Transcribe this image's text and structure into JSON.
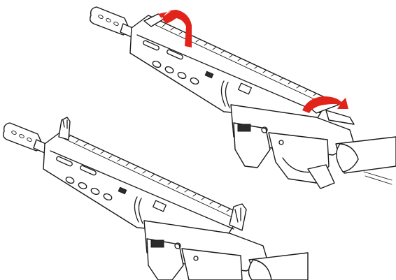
{
  "figure": {
    "panels": [
      {
        "id": "top",
        "sights": "folded",
        "arrows": 2,
        "arrow_color": "#e2231a"
      },
      {
        "id": "bottom",
        "sights": "raised",
        "arrows": 0
      }
    ],
    "stroke_color": "#1a1a1a",
    "background": "#ffffff"
  }
}
